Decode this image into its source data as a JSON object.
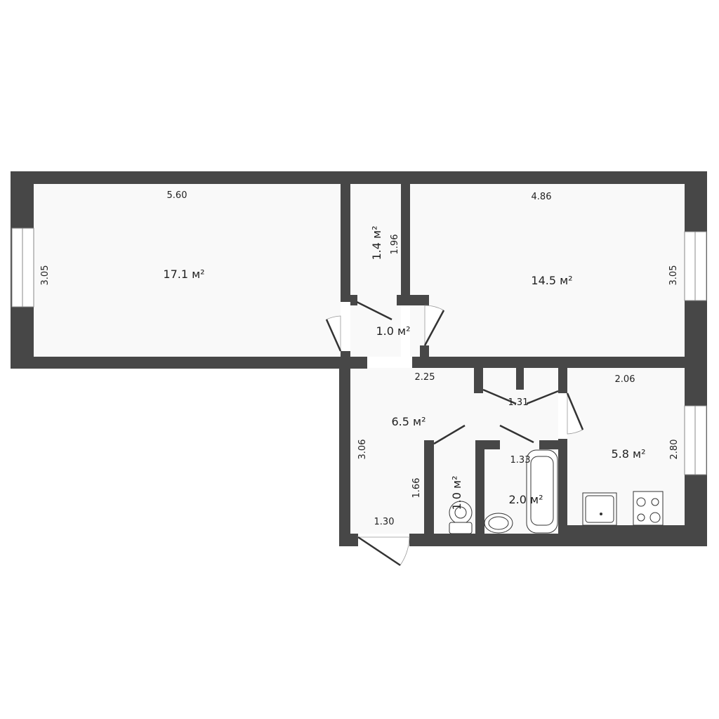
{
  "rooms": [
    {
      "id": "room-large",
      "area": "17.1 м²",
      "width": "5.60",
      "height": "3.05"
    },
    {
      "id": "closet-top",
      "area": "1.4 м²",
      "height": "1.96"
    },
    {
      "id": "room-right",
      "area": "14.5 м²",
      "width": "4.86",
      "height": "3.05"
    },
    {
      "id": "vestibule",
      "area": "1.0 м²"
    },
    {
      "id": "hall",
      "area": "6.5 м²",
      "width": "2.25",
      "height": "3.06",
      "width2": "1.30",
      "height2": "1.66",
      "closet_width": "1.31"
    },
    {
      "id": "toilet",
      "area": "1.0 м²"
    },
    {
      "id": "bathroom",
      "area": "2.0 м²",
      "width": "1.33"
    },
    {
      "id": "kitchen",
      "area": "5.8 м²",
      "width": "2.06",
      "height": "2.80"
    }
  ],
  "colors": {
    "wall": "#474747",
    "floor": "#f9f9f9"
  }
}
